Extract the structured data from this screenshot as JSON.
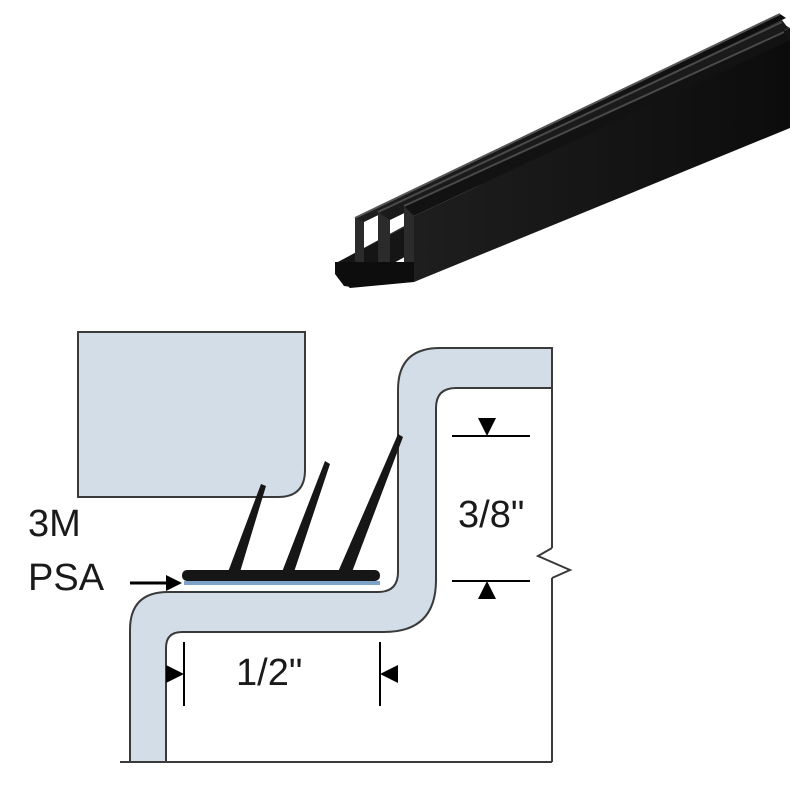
{
  "labels": {
    "psa_line1": "3M",
    "psa_line2": "PSA",
    "height_dim": "3/8\"",
    "width_dim": "1/2\""
  },
  "colors": {
    "glass_fill": "#d3dde8",
    "outline": "#3a3a3a",
    "seal_black": "#161616",
    "tape_blue": "#7fa3c8",
    "background": "#ffffff"
  }
}
